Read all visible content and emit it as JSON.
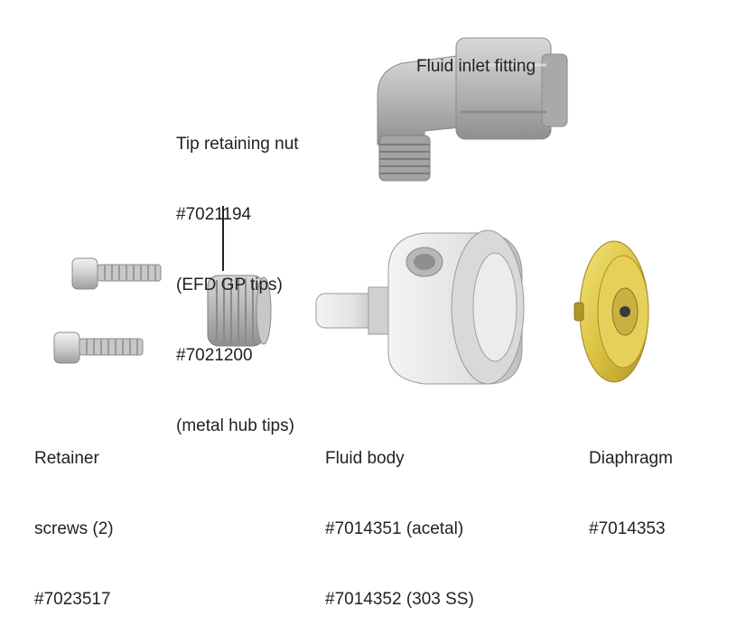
{
  "labels": {
    "fluid_inlet_fitting": {
      "line1": "Fluid inlet fitting"
    },
    "tip_retaining_nut": {
      "line1": "Tip retaining nut",
      "line2": "#7021194",
      "line3": "(EFD GP tips)",
      "line4": "#7021200",
      "line5": "(metal hub tips)"
    },
    "retainer_screws": {
      "line1": "Retainer",
      "line2": "screws (2)",
      "line3": "#7023517"
    },
    "fluid_body": {
      "line1": "Fluid body",
      "line2": "#7014351 (acetal)",
      "line3": "#7014352 (303 SS)"
    },
    "diaphragm": {
      "line1": "Diaphragm",
      "line2": "#7014353"
    }
  },
  "colors": {
    "gray_part": "#b9b9b9",
    "light_part": "#e6e6e6",
    "brass": "#e0c84a"
  }
}
